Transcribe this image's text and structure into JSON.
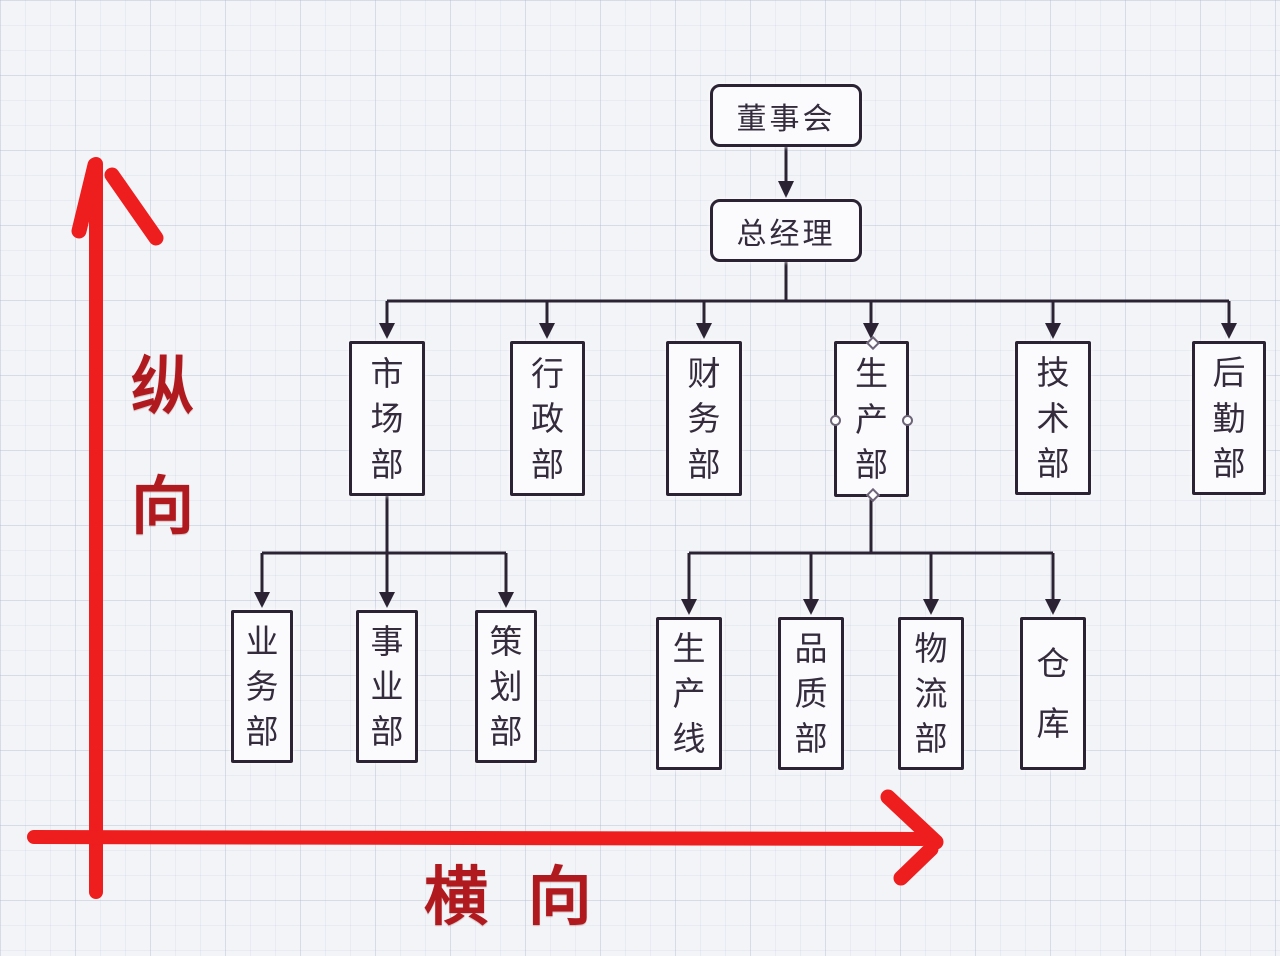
{
  "diagram": {
    "board": "董事会",
    "general_manager": "总经理",
    "departments": [
      "市场部",
      "行政部",
      "财务部",
      "生产部",
      "技术部",
      "后勤部"
    ],
    "marketing_children": [
      "业务部",
      "事业部",
      "策划部"
    ],
    "production_children": [
      "生产线",
      "品质部",
      "物流部",
      "仓库"
    ]
  },
  "annotations": {
    "vertical_axis_label": "纵向",
    "horizontal_axis_label": "横向"
  },
  "colors": {
    "pen_red": "#ee1d1e",
    "annotation_red": "#b0191e",
    "ink": "#2b2334",
    "grid_bg": "#f3f4f7"
  }
}
